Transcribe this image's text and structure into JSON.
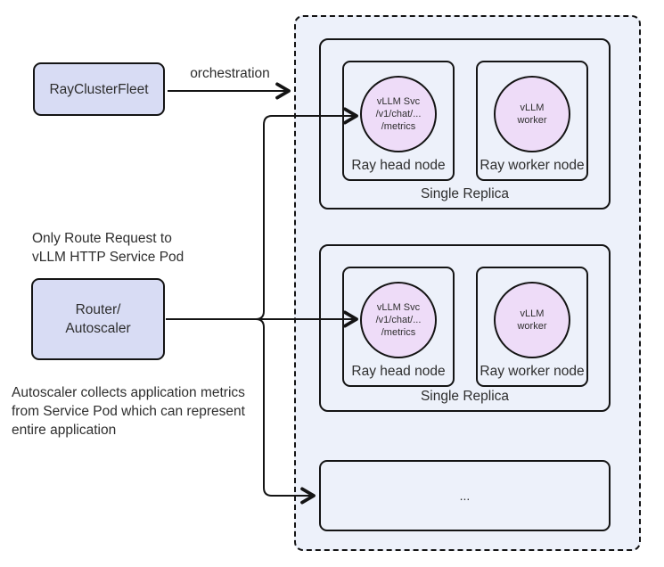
{
  "diagram": {
    "fleet": {
      "label": "RayClusterFleet"
    },
    "orchestration": {
      "label": "orchestration"
    },
    "route_note": {
      "line1": "Only Route Request to",
      "line2": "vLLM HTTP Service Pod"
    },
    "router": {
      "label_line1": "Router/",
      "label_line2": "Autoscaler"
    },
    "autoscaler_note": {
      "line1": "Autoscaler collects application metrics",
      "line2": "from Service Pod which can represent",
      "line3": "entire application"
    },
    "cluster": {
      "replicas": [
        {
          "label": "Single Replica",
          "head": {
            "label": "Ray head node",
            "svc": {
              "line1": "vLLM Svc",
              "line2": "/v1/chat/...",
              "line3": "/metrics"
            }
          },
          "worker": {
            "label": "Ray worker node",
            "svc": {
              "line1": "vLLM",
              "line2": "worker"
            }
          }
        },
        {
          "label": "Single Replica",
          "head": {
            "label": "Ray head node",
            "svc": {
              "line1": "vLLM Svc",
              "line2": "/v1/chat/...",
              "line3": "/metrics"
            }
          },
          "worker": {
            "label": "Ray worker node",
            "svc": {
              "line1": "vLLM",
              "line2": "worker"
            }
          }
        }
      ],
      "ellipsis_box": {
        "label": "..."
      }
    },
    "colors": {
      "lavender_box_fill": "#d8dcf4",
      "cluster_fill": "#edf1fa",
      "circle_fill": "#eedcf8",
      "line": "#141414",
      "text": "#2e2e2e"
    }
  }
}
